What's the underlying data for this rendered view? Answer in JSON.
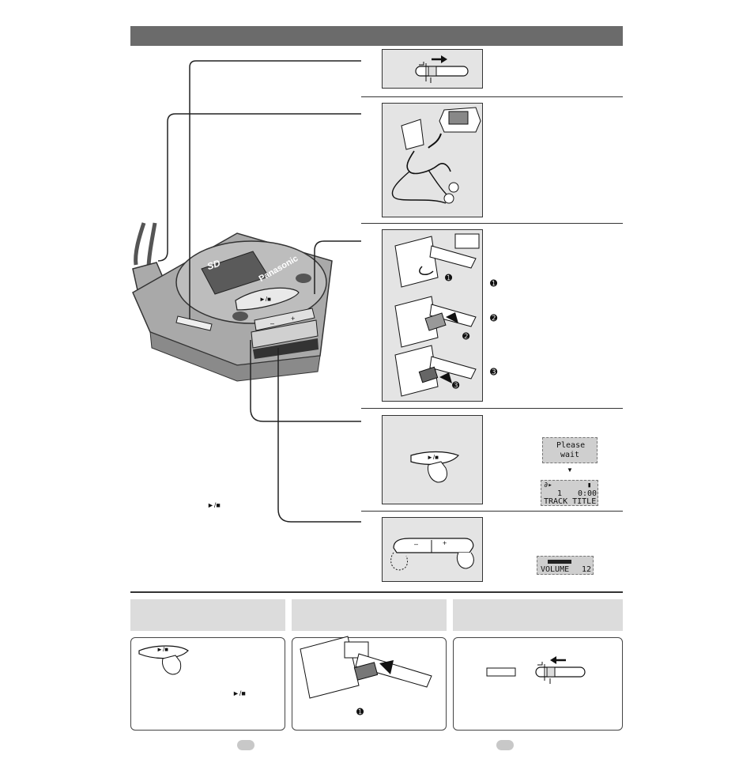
{
  "device": {
    "brand": "Panasonic",
    "logo": "SD",
    "play_stop_symbol": "►/■",
    "minus": "–",
    "plus": "+"
  },
  "callout": {
    "play_stop_symbol": "►/■"
  },
  "steps": {
    "sd_card": {
      "markers": [
        "➊",
        "➋",
        "➌"
      ],
      "side_markers": [
        "➊",
        "➋",
        "➌"
      ]
    },
    "play": {
      "lcd_wait": {
        "line1": "Please",
        "line2": "wait"
      },
      "lcd_track": {
        "icons": "∂▸",
        "battery": "▮",
        "track_no": "1",
        "time": "0:00",
        "title": "TRACK TITLE"
      }
    },
    "volume": {
      "minus": "–",
      "plus": "+",
      "lcd_volume": {
        "label": "VOLUME",
        "value": "12"
      }
    }
  },
  "bottom": {
    "stop_play_symbol": "►/■",
    "stop_marker": "➊",
    "play_stop_symbol": "►/■"
  },
  "colors": {
    "header": "#6b6b6b",
    "panel": "#e4e4e4",
    "lcd": "#cfcfcf",
    "device_body": "#a9a9a9",
    "device_dark": "#555555"
  }
}
